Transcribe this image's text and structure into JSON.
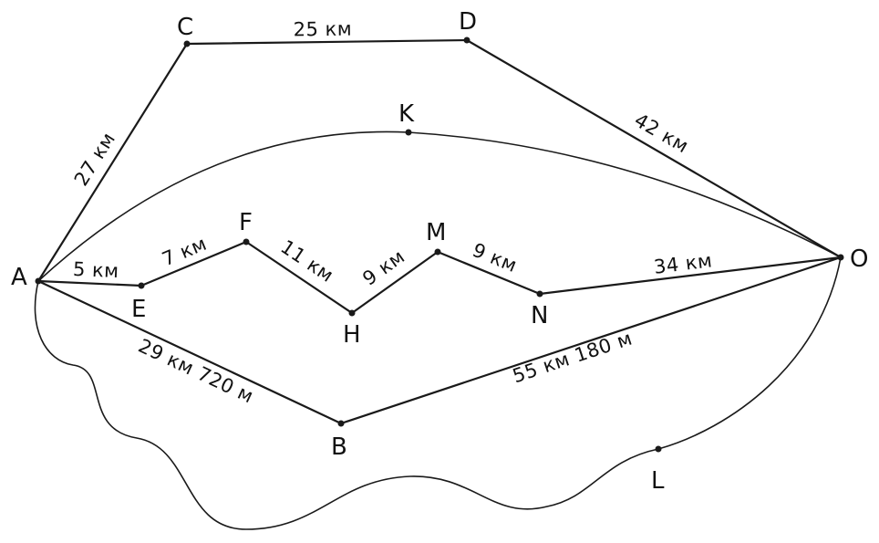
{
  "points": {
    "A": "A",
    "B": "B",
    "C": "C",
    "D": "D",
    "E": "E",
    "F": "F",
    "H": "H",
    "K": "K",
    "L": "L",
    "M": "M",
    "N": "N",
    "O": "O"
  },
  "distances": {
    "AC": "27 км",
    "CD": "25 км",
    "DO": "42 км",
    "AE": "5 км",
    "EF": "7 км",
    "FH": "11 км",
    "HM": "9 км",
    "MN": "9 км",
    "NO": "34 км",
    "AB": "29 км 720 м",
    "BO": "55 км 180 м"
  },
  "colors": {
    "ink": "#1a1a1a",
    "background": "#ffffff"
  }
}
